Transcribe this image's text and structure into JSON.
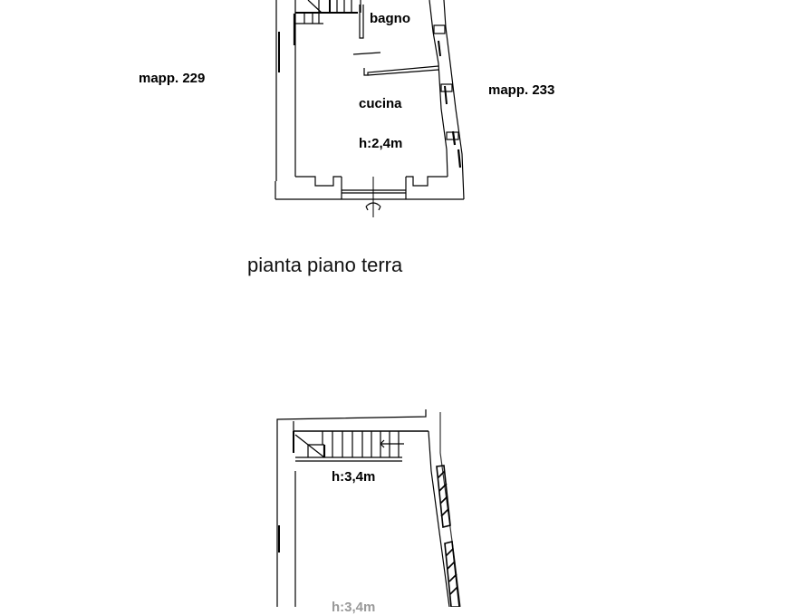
{
  "diagram": {
    "type": "floor-plan",
    "ground_floor": {
      "title": "pianta piano terra",
      "rooms": [
        {
          "name": "bagno"
        },
        {
          "name": "cucina",
          "height": "h:2,4m"
        }
      ],
      "neighbors": {
        "left": "mapp. 229",
        "right": "mapp. 233"
      }
    },
    "upper_floor": {
      "height": "h:3,4m",
      "partial_label": "h:3,4m"
    },
    "colors": {
      "line": "#000000",
      "background": "#ffffff"
    }
  }
}
